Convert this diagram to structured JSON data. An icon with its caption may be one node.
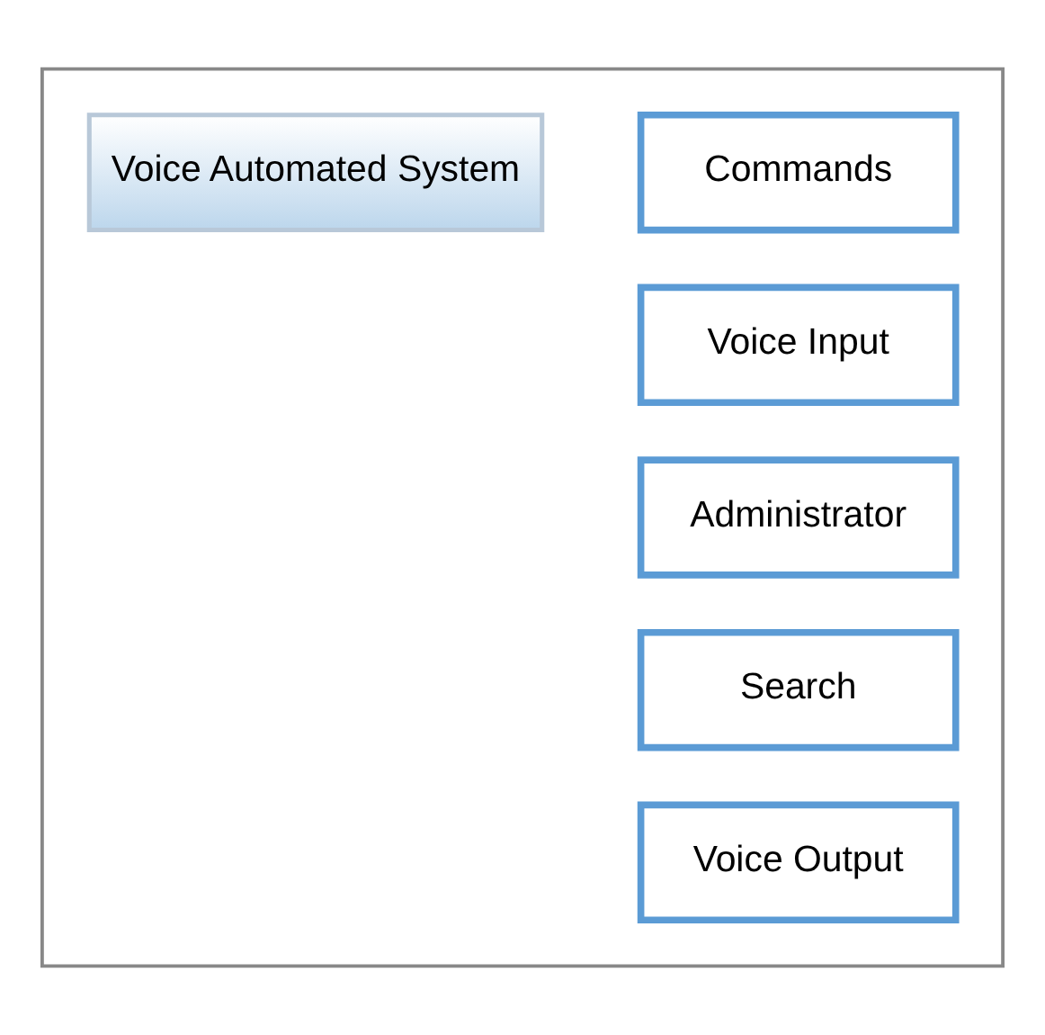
{
  "diagram": {
    "nodes": [
      {
        "text": [],
        "shape": "box"
      },
      {
        "text": [
          "Commands"
        ],
        "in": 0
      },
      {
        "text": [
          "Voice Automated System"
        ],
        "in": 0
      },
      {
        "text": [
          "Voice Input"
        ],
        "in": 0
      },
      {
        "text": [
          "Administrator"
        ],
        "in": 0
      },
      {
        "text": [
          "Search"
        ],
        "in": 0
      },
      {
        "text": [
          "Voice Output"
        ],
        "in": 0
      }
    ],
    "edges": []
  }
}
